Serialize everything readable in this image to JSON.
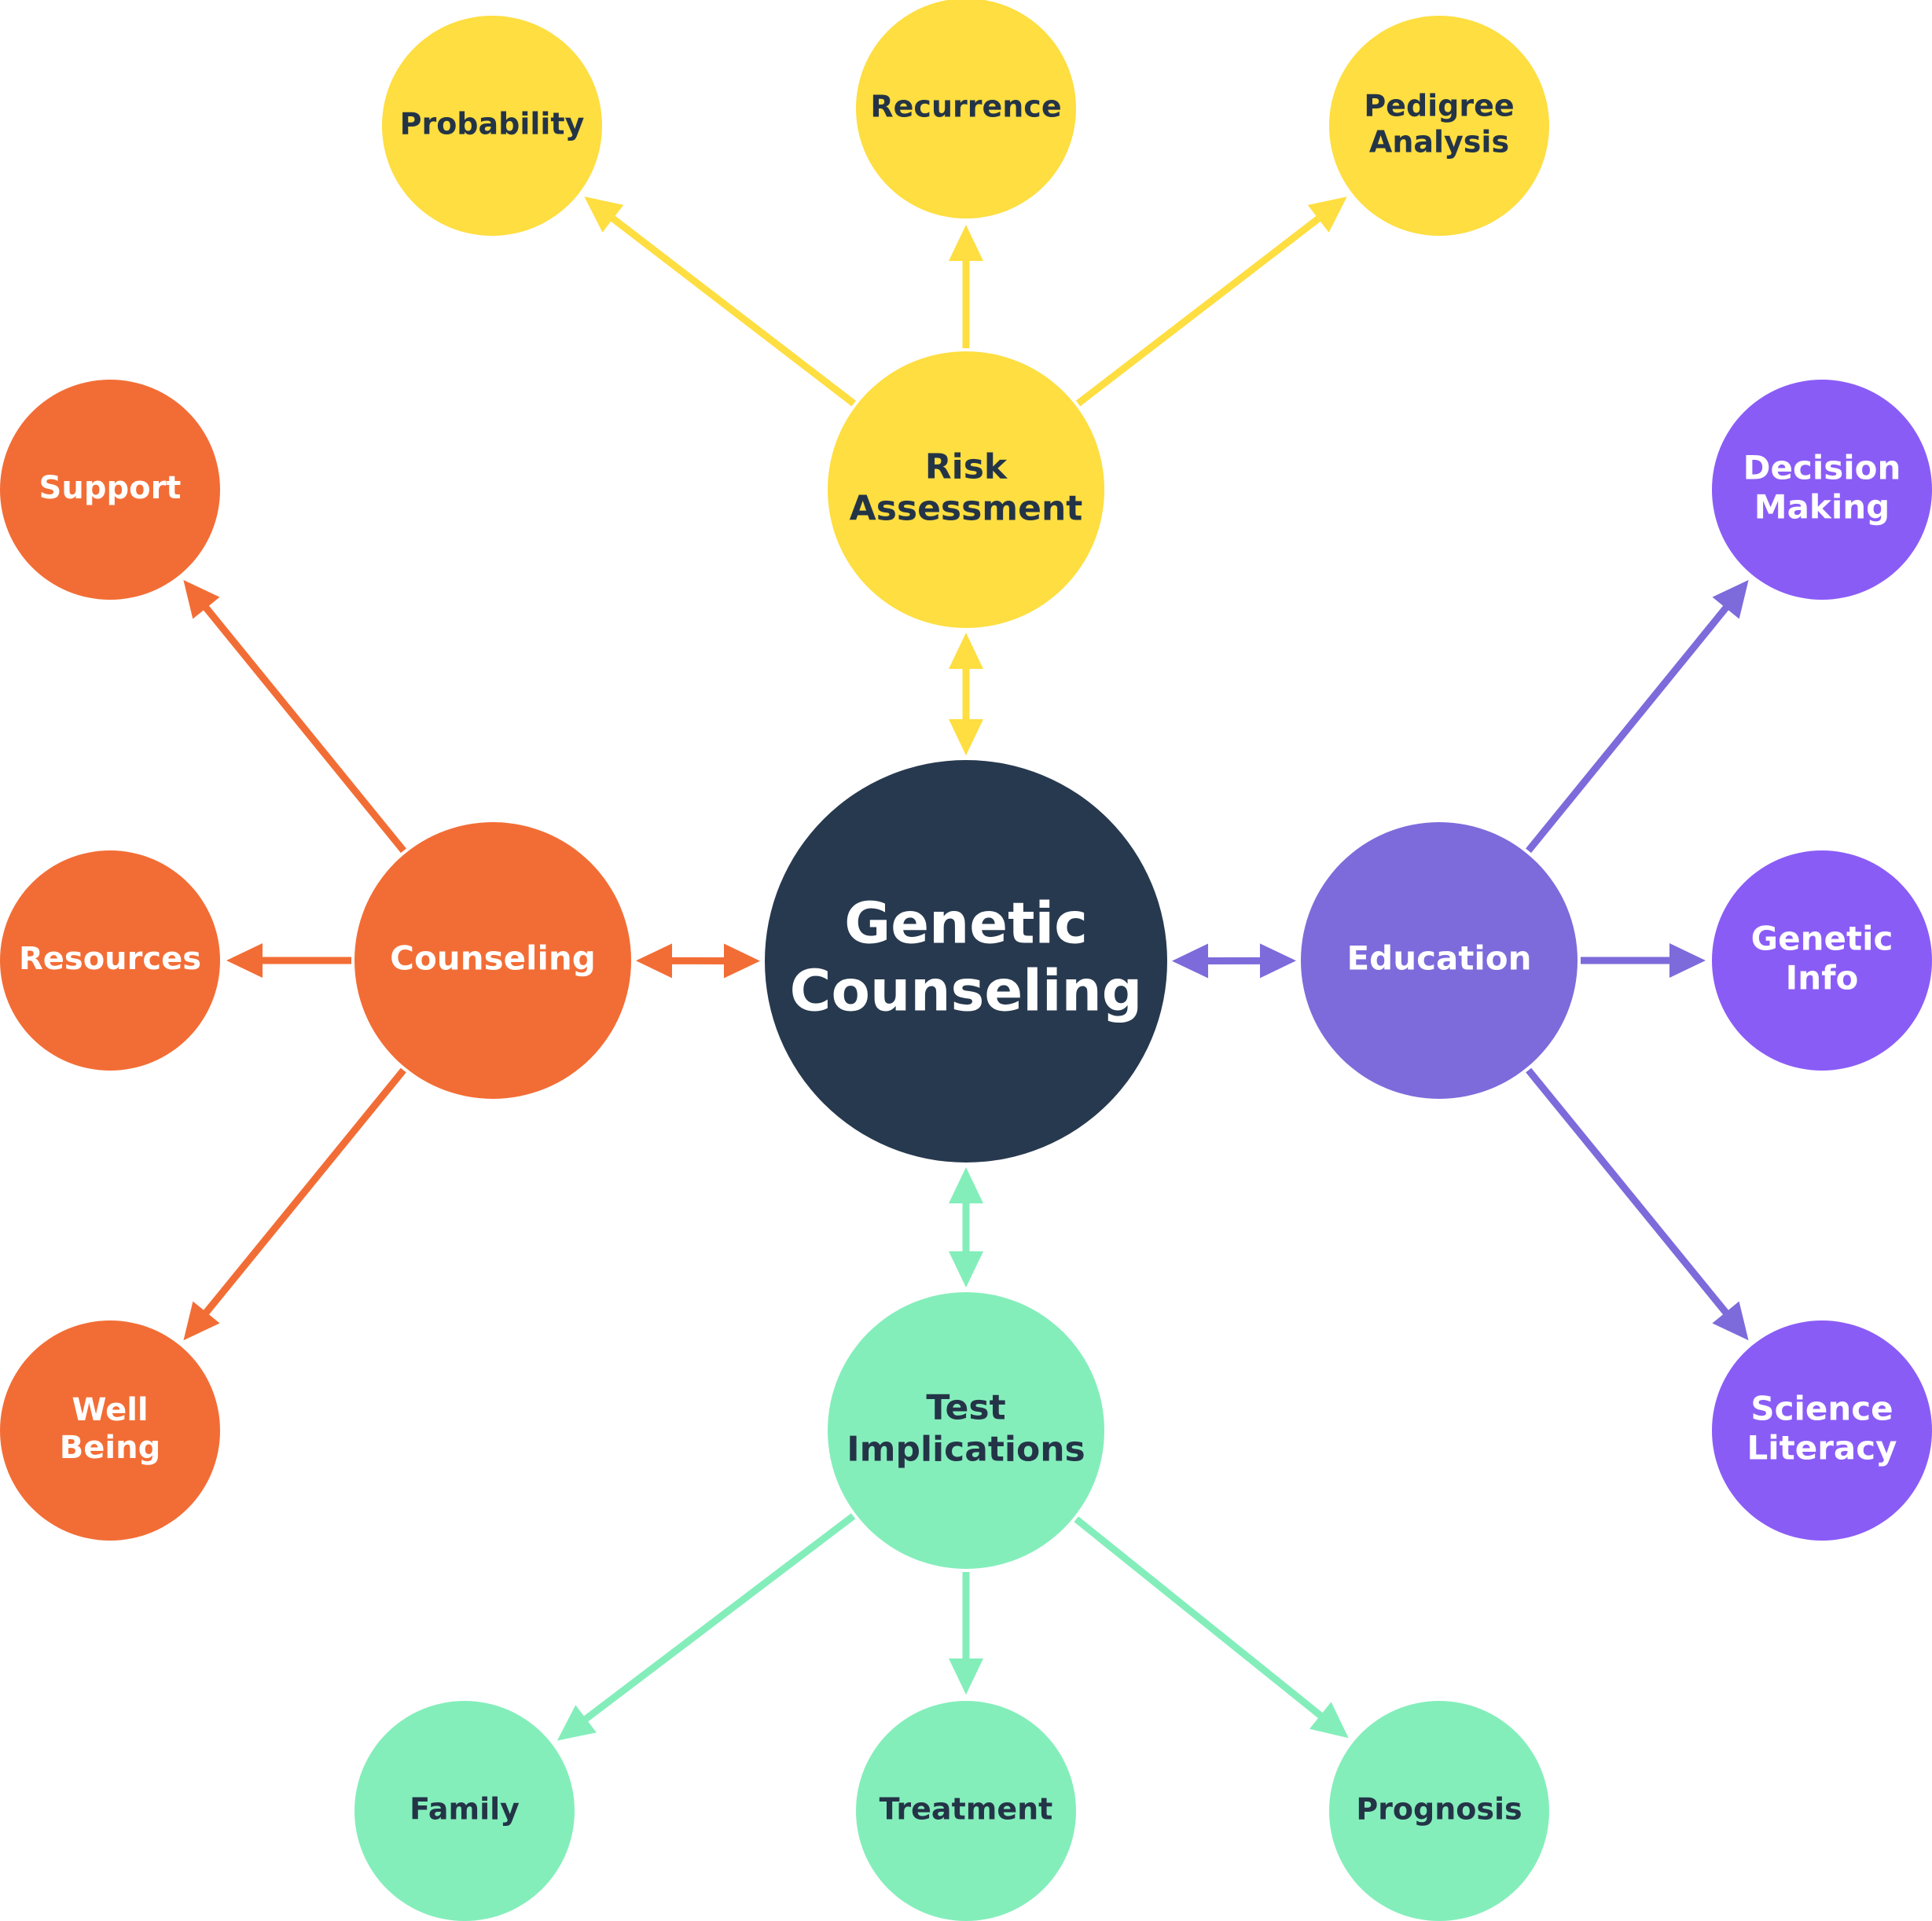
{
  "colors": {
    "center": "#27394f",
    "yellow": "#fede40",
    "orange": "#f26d35",
    "purple_primary": "#7d6bdb",
    "purple_secondary": "#8a5cf6",
    "green": "#84eebb",
    "dark_text": "#243447",
    "light_text": "#ffffff"
  },
  "center": {
    "lines": [
      "Genetic",
      "Counseling"
    ]
  },
  "branches": [
    {
      "id": "risk",
      "hub": {
        "lines": [
          "Risk",
          "Assessment"
        ]
      },
      "leaves": [
        {
          "id": "probability",
          "lines": [
            "Probability"
          ]
        },
        {
          "id": "recurrence",
          "lines": [
            "Recurrence"
          ]
        },
        {
          "id": "pedigree-analysis",
          "lines": [
            "Pedigree",
            "Analysis"
          ]
        }
      ]
    },
    {
      "id": "counseling",
      "hub": {
        "lines": [
          "Counseling"
        ]
      },
      "leaves": [
        {
          "id": "support",
          "lines": [
            "Support"
          ]
        },
        {
          "id": "resources",
          "lines": [
            "Resources"
          ]
        },
        {
          "id": "well-being",
          "lines": [
            "Well",
            "Being"
          ]
        }
      ]
    },
    {
      "id": "education",
      "hub": {
        "lines": [
          "Education"
        ]
      },
      "leaves": [
        {
          "id": "decision-making",
          "lines": [
            "Decision",
            "Making"
          ]
        },
        {
          "id": "genetic-info",
          "lines": [
            "Genetic",
            "Info"
          ]
        },
        {
          "id": "science-literacy",
          "lines": [
            "Science",
            "Literacy"
          ]
        }
      ]
    },
    {
      "id": "test",
      "hub": {
        "lines": [
          "Test",
          "Implications"
        ]
      },
      "leaves": [
        {
          "id": "family",
          "lines": [
            "Family"
          ]
        },
        {
          "id": "treatment",
          "lines": [
            "Treatment"
          ]
        },
        {
          "id": "prognosis",
          "lines": [
            "Prognosis"
          ]
        }
      ]
    }
  ]
}
